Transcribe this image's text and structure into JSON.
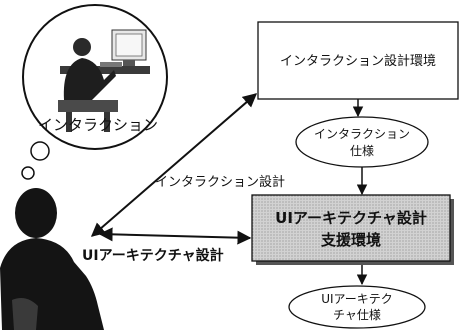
{
  "bubble": {
    "label": "インタラクション"
  },
  "env_box": {
    "label": "インタラクション設計環境"
  },
  "spec_ellipse": {
    "line1": "インタラクション",
    "line2": "仕様"
  },
  "arch_box": {
    "line1": "UIアーキテクチャ設計",
    "line2": "支援環境"
  },
  "arch_spec_ellipse": {
    "line1": "UIアーキテク",
    "line2": "チャ仕様"
  },
  "arrows": {
    "interaction_design": "インタラクション設計",
    "ui_arch_design": "UIアーキテクチャ設計"
  },
  "colors": {
    "arch_box_fill": "#c9c9c9",
    "line": "#111111"
  }
}
